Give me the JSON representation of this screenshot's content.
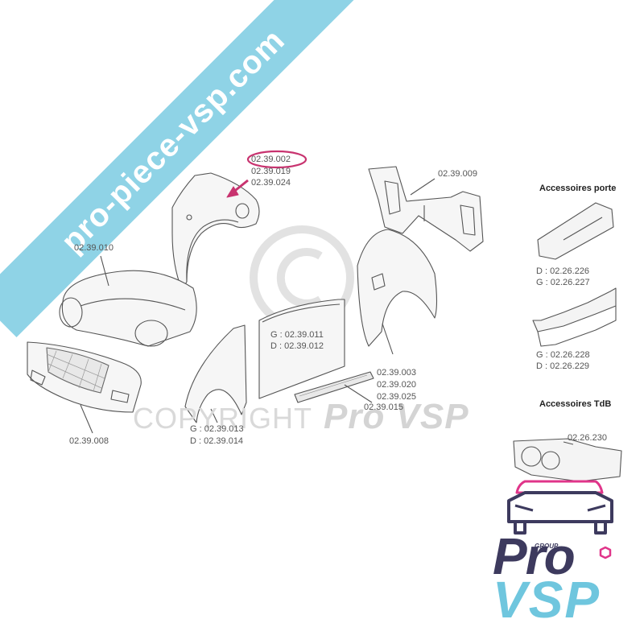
{
  "watermark": {
    "site_banner": "pro-piece-vsp.com",
    "copyright": "COPYRIGHT",
    "copyright_brand": "Pro VSP"
  },
  "part_labels": {
    "front_wing_top_highlighted": "02.39.002",
    "front_wing_top_2": "02.39.019",
    "front_wing_top_3": "02.39.024",
    "rear_panel": "02.39.009",
    "hood": "02.39.010",
    "door_left": "G : 02.39.011",
    "door_right": "D : 02.39.012",
    "rear_quarter_1": "02.39.003",
    "rear_quarter_2": "02.39.020",
    "rear_quarter_3": "02.39.025",
    "sill": "02.39.015",
    "front_bumper": "02.39.008",
    "front_wing_left": "G : 02.39.013",
    "front_wing_right": "D : 02.39.014"
  },
  "accessories": {
    "door_heading": "Accessoires porte",
    "door_panel_1_right": "D : 02.26.226",
    "door_panel_1_left": "G : 02.26.227",
    "door_panel_2_left": "G : 02.26.228",
    "door_panel_2_right": "D : 02.26.229",
    "dashboard_heading": "Accessoires TdB",
    "dashboard_part": "02.26.230"
  },
  "logo": {
    "group": "GROUP",
    "line1": "Pro",
    "line2": "VSP"
  },
  "colors": {
    "highlight": "#c8336f",
    "banner": "#8fd3e6",
    "logo_dark": "#3d3a5e",
    "logo_light": "#6fc6de",
    "logo_pink": "#e0358a",
    "line": "#555555"
  }
}
